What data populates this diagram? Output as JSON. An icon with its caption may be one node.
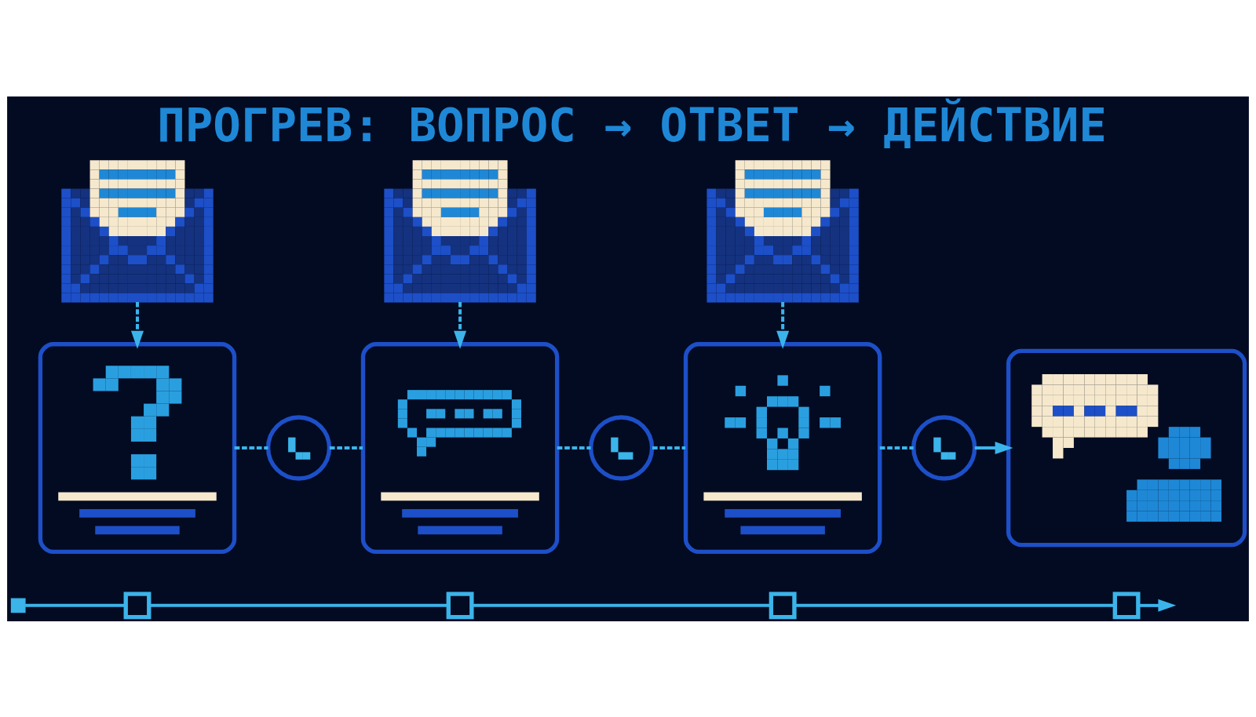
{
  "diagram": {
    "title": "ПРОГРЕВ: ВОПРОС → ОТВЕТ → ДЕЙСТВИЕ",
    "nodes": [
      {
        "text": [],
        "shape": "picture"
      },
      {
        "text": [],
        "shape": "picture"
      },
      {
        "text": [],
        "shape": "picture"
      },
      {
        "text": [],
        "shape": "box"
      },
      {
        "text": [],
        "shape": "circle"
      },
      {
        "text": [],
        "shape": "box"
      },
      {
        "text": [],
        "shape": "circle"
      },
      {
        "text": [],
        "shape": "box"
      },
      {
        "text": [],
        "shape": "circle"
      },
      {
        "text": [],
        "shape": "box"
      },
      {
        "text": [],
        "shape": "box"
      },
      {
        "text": [],
        "shape": "box"
      },
      {
        "text": [],
        "shape": "box"
      },
      {
        "text": [],
        "shape": "box"
      },
      {
        "text": [],
        "shape": "box"
      }
    ],
    "edges": [
      {
        "from": 0,
        "to": 3,
        "arrow": "to",
        "style": "dashed"
      },
      {
        "from": 1,
        "to": 5,
        "arrow": "to",
        "style": "dashed"
      },
      {
        "from": 2,
        "to": 7,
        "arrow": "to",
        "style": "dashed"
      },
      {
        "from": 3,
        "to": 4,
        "arrow": "none",
        "style": "dashed"
      },
      {
        "from": 4,
        "to": 5,
        "arrow": "none",
        "style": "dashed"
      },
      {
        "from": 5,
        "to": 6,
        "arrow": "none",
        "style": "dashed"
      },
      {
        "from": 6,
        "to": 7,
        "arrow": "none",
        "style": "dashed"
      },
      {
        "from": 7,
        "to": 8,
        "arrow": "none",
        "style": "dashed"
      },
      {
        "from": 8,
        "to": 9,
        "arrow": "to"
      },
      {
        "from": 10,
        "to": 11,
        "arrow": "none"
      },
      {
        "from": 11,
        "to": 12,
        "arrow": "none"
      },
      {
        "from": 12,
        "to": 13,
        "arrow": "none"
      },
      {
        "from": 13,
        "to": 14,
        "arrow": "none"
      },
      {
        "from": 14,
        "to": null,
        "arrow": "to"
      }
    ]
  }
}
